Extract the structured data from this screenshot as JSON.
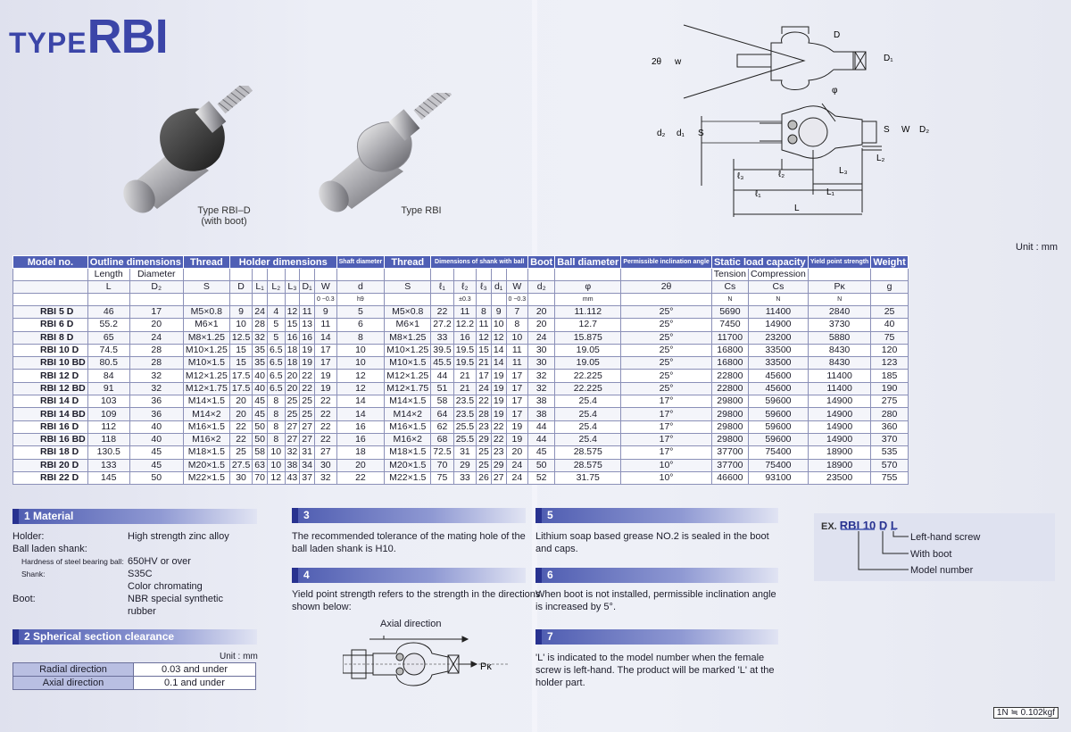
{
  "title": {
    "prefix": "TYPE",
    "name": "RBI"
  },
  "photos": [
    {
      "caption_line1": "Type RBI–D",
      "caption_line2": "(with boot)"
    },
    {
      "caption_line1": "Type RBI",
      "caption_line2": ""
    }
  ],
  "drawing_labels": {
    "two_theta": "2θ",
    "w": "w",
    "D": "D",
    "D1": "D₁",
    "phi": "φ",
    "d2": "d₂",
    "d1": "d₁",
    "S": "S",
    "S2": "S",
    "W": "W",
    "D2": "D₂",
    "l3": "ℓ₃",
    "l2": "ℓ₂",
    "L3": "L₃",
    "L2": "L₂",
    "l1": "ℓ₁",
    "L1": "L₁",
    "L": "L"
  },
  "unit_label": "Unit : mm",
  "table": {
    "groups": [
      {
        "label": "Model no.",
        "colspan": 1
      },
      {
        "label": "Outline dimensions",
        "colspan": 2
      },
      {
        "label": "Thread",
        "colspan": 1
      },
      {
        "label": "Holder dimensions",
        "colspan": 6
      },
      {
        "label": "Shaft diameter",
        "colspan": 1
      },
      {
        "label": "Thread",
        "colspan": 1
      },
      {
        "label": "Dimensions of shank with ball",
        "colspan": 5
      },
      {
        "label": "Boot",
        "colspan": 1
      },
      {
        "label": "Ball diameter",
        "colspan": 1
      },
      {
        "label": "Permissible inclination angle",
        "colspan": 1
      },
      {
        "label": "Static load capacity",
        "colspan": 2
      },
      {
        "label": "Yield point strength",
        "colspan": 1
      },
      {
        "label": "Weight",
        "colspan": 1
      }
    ],
    "sub1": [
      "",
      "Length",
      "Diameter",
      "",
      "",
      "",
      "",
      "",
      "",
      "",
      "",
      "",
      "",
      "",
      "",
      "",
      "",
      "",
      "",
      "",
      "Tension",
      "Compression",
      "",
      ""
    ],
    "sub2": [
      "",
      "L",
      "D₂",
      "S",
      "D",
      "L₁",
      "L₂",
      "L₃",
      "D₁",
      "W",
      "d",
      "S",
      "ℓ₁",
      "ℓ₂",
      "ℓ₃",
      "d₁",
      "W",
      "d₂",
      "φ",
      "2θ",
      "Cs",
      "Cs",
      "Pκ",
      "g"
    ],
    "sub3": [
      "",
      "",
      "",
      "",
      "",
      "",
      "",
      "",
      "",
      "0 −0.3",
      "h9",
      "",
      "",
      "±0.3",
      "",
      "",
      "0 −0.3",
      "",
      "mm",
      "",
      "N",
      "N",
      "N",
      ""
    ],
    "rows": [
      [
        "RBI 5 D",
        "46",
        "17",
        "M5×0.8",
        "9",
        "24",
        "4",
        "12",
        "11",
        "9",
        "5",
        "M5×0.8",
        "22",
        "11",
        "8",
        "9",
        "7",
        "20",
        "11.112",
        "25°",
        "5690",
        "11400",
        "2840",
        "25"
      ],
      [
        "RBI 6 D",
        "55.2",
        "20",
        "M6×1",
        "10",
        "28",
        "5",
        "15",
        "13",
        "11",
        "6",
        "M6×1",
        "27.2",
        "12.2",
        "11",
        "10",
        "8",
        "20",
        "12.7",
        "25°",
        "7450",
        "14900",
        "3730",
        "40"
      ],
      [
        "RBI 8 D",
        "65",
        "24",
        "M8×1.25",
        "12.5",
        "32",
        "5",
        "16",
        "16",
        "14",
        "8",
        "M8×1.25",
        "33",
        "16",
        "12",
        "12",
        "10",
        "24",
        "15.875",
        "25°",
        "11700",
        "23200",
        "5880",
        "75"
      ],
      [
        "RBI 10 D",
        "74.5",
        "28",
        "M10×1.25",
        "15",
        "35",
        "6.5",
        "18",
        "19",
        "17",
        "10",
        "M10×1.25",
        "39.5",
        "19.5",
        "15",
        "14",
        "11",
        "30",
        "19.05",
        "25°",
        "16800",
        "33500",
        "8430",
        "120"
      ],
      [
        "RBI 10 BD",
        "80.5",
        "28",
        "M10×1.5",
        "15",
        "35",
        "6.5",
        "18",
        "19",
        "17",
        "10",
        "M10×1.5",
        "45.5",
        "19.5",
        "21",
        "14",
        "11",
        "30",
        "19.05",
        "25°",
        "16800",
        "33500",
        "8430",
        "123"
      ],
      [
        "RBI 12 D",
        "84",
        "32",
        "M12×1.25",
        "17.5",
        "40",
        "6.5",
        "20",
        "22",
        "19",
        "12",
        "M12×1.25",
        "44",
        "21",
        "17",
        "19",
        "17",
        "32",
        "22.225",
        "25°",
        "22800",
        "45600",
        "11400",
        "185"
      ],
      [
        "RBI 12 BD",
        "91",
        "32",
        "M12×1.75",
        "17.5",
        "40",
        "6.5",
        "20",
        "22",
        "19",
        "12",
        "M12×1.75",
        "51",
        "21",
        "24",
        "19",
        "17",
        "32",
        "22.225",
        "25°",
        "22800",
        "45600",
        "11400",
        "190"
      ],
      [
        "RBI 14 D",
        "103",
        "36",
        "M14×1.5",
        "20",
        "45",
        "8",
        "25",
        "25",
        "22",
        "14",
        "M14×1.5",
        "58",
        "23.5",
        "22",
        "19",
        "17",
        "38",
        "25.4",
        "17°",
        "29800",
        "59600",
        "14900",
        "275"
      ],
      [
        "RBI 14 BD",
        "109",
        "36",
        "M14×2",
        "20",
        "45",
        "8",
        "25",
        "25",
        "22",
        "14",
        "M14×2",
        "64",
        "23.5",
        "28",
        "19",
        "17",
        "38",
        "25.4",
        "17°",
        "29800",
        "59600",
        "14900",
        "280"
      ],
      [
        "RBI 16 D",
        "112",
        "40",
        "M16×1.5",
        "22",
        "50",
        "8",
        "27",
        "27",
        "22",
        "16",
        "M16×1.5",
        "62",
        "25.5",
        "23",
        "22",
        "19",
        "44",
        "25.4",
        "17°",
        "29800",
        "59600",
        "14900",
        "360"
      ],
      [
        "RBI 16 BD",
        "118",
        "40",
        "M16×2",
        "22",
        "50",
        "8",
        "27",
        "27",
        "22",
        "16",
        "M16×2",
        "68",
        "25.5",
        "29",
        "22",
        "19",
        "44",
        "25.4",
        "17°",
        "29800",
        "59600",
        "14900",
        "370"
      ],
      [
        "RBI 18 D",
        "130.5",
        "45",
        "M18×1.5",
        "25",
        "58",
        "10",
        "32",
        "31",
        "27",
        "18",
        "M18×1.5",
        "72.5",
        "31",
        "25",
        "23",
        "20",
        "45",
        "28.575",
        "17°",
        "37700",
        "75400",
        "18900",
        "535"
      ],
      [
        "RBI 20 D",
        "133",
        "45",
        "M20×1.5",
        "27.5",
        "63",
        "10",
        "38",
        "34",
        "30",
        "20",
        "M20×1.5",
        "70",
        "29",
        "25",
        "29",
        "24",
        "50",
        "28.575",
        "10°",
        "37700",
        "75400",
        "18900",
        "570"
      ],
      [
        "RBI 22 D",
        "145",
        "50",
        "M22×1.5",
        "30",
        "70",
        "12",
        "43",
        "37",
        "32",
        "22",
        "M22×1.5",
        "75",
        "33",
        "26",
        "27",
        "24",
        "52",
        "31.75",
        "10°",
        "46600",
        "93100",
        "23500",
        "755"
      ]
    ]
  },
  "sections": {
    "material": {
      "title": "1 Material",
      "items": [
        {
          "label": "Holder:",
          "value": "High strength zinc alloy"
        },
        {
          "label": "Ball laden shank:",
          "value": ""
        },
        {
          "label": "Hardness of steel bearing ball:",
          "value": "650HV or over"
        },
        {
          "label": "Shank:",
          "value": "S35C"
        },
        {
          "label": "",
          "value": "Color chromating"
        },
        {
          "label": "Boot:",
          "value": "NBR special synthetic"
        },
        {
          "label": "",
          "value": "rubber"
        }
      ]
    },
    "clearance": {
      "title": "2 Spherical section clearance",
      "unit": "Unit : mm",
      "rows": [
        {
          "label": "Radial direction",
          "value": "0.03 and under"
        },
        {
          "label": "Axial direction",
          "value": "0.1   and under"
        }
      ]
    },
    "s3": {
      "title": "3",
      "line1": "The recommended tolerance of the mating hole of the",
      "line2": "ball laden shank is H10."
    },
    "s4": {
      "title": "4",
      "line1": "Yield point strength refers to the strength in the directions",
      "line2": "shown below:",
      "axial": "Axial direction",
      "pk": "Pκ"
    },
    "s5": {
      "title": "5",
      "line1": "Lithium soap based grease NO.2 is sealed in the boot",
      "line2": "and caps."
    },
    "s6": {
      "title": "6",
      "line1": "When boot is not installed, permissible inclination angle",
      "line2": "is increased by 5°."
    },
    "s7": {
      "title": "7",
      "line1": "'L' is indicated to the model number when the female",
      "line2": "screw is left-hand. The product will be marked 'L' at the",
      "line3": "holder part."
    }
  },
  "example": {
    "prefix": "EX.",
    "code": "RBI 10 D L",
    "legend": [
      "Left-hand screw",
      "With boot",
      "Model number"
    ]
  },
  "conversion": "1N ≒ 0.102kgf",
  "colors": {
    "accent": "#4f5fb5",
    "dark": "#283290",
    "title": "#3b45a8"
  }
}
